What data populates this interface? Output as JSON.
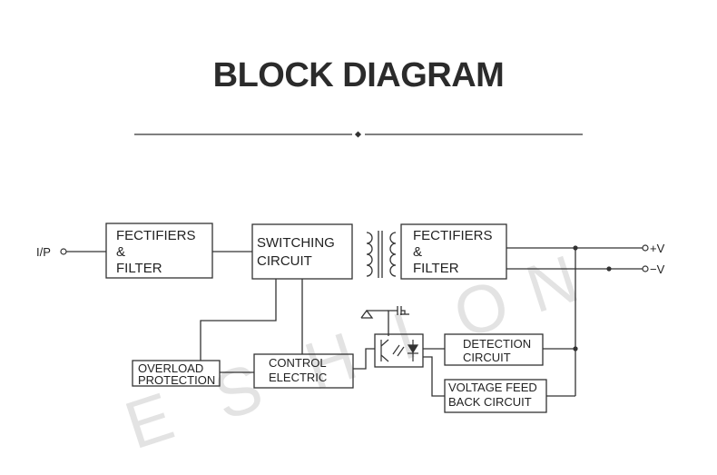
{
  "title": "BLOCK DIAGRAM",
  "watermark": [
    "E",
    "S",
    "H",
    "I",
    "O",
    "N"
  ],
  "blocks": {
    "rectifier_in": [
      "FECTIFIERS",
      "&",
      "FILTER"
    ],
    "switching": [
      "SWITCHING",
      "CIRCUIT"
    ],
    "rectifier_out": [
      "FECTIFIERS",
      "&",
      "FILTER"
    ],
    "overload": [
      "OVERLOAD",
      "PROTECTION"
    ],
    "control": [
      "CONTROL",
      "ELECTRIC"
    ],
    "detection": [
      "DETECTION",
      "CIRCUIT"
    ],
    "feedback": [
      "VOLTAGE FEED",
      "BACK CIRCUIT"
    ]
  },
  "terminals": {
    "input": "I/P",
    "pos_out": "+V",
    "neg_out": "−V"
  }
}
